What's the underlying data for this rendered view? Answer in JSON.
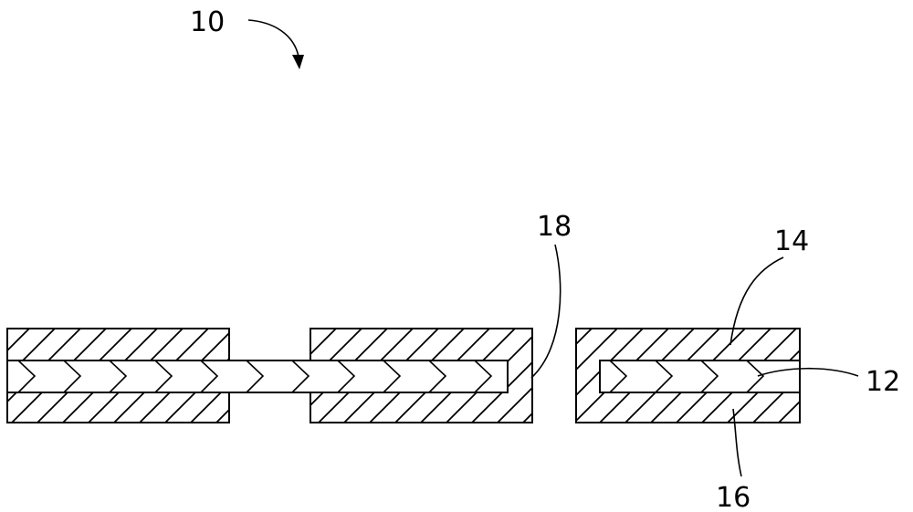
{
  "figure": {
    "assembly_label": "10",
    "labels": {
      "conductive_layer": "12",
      "top_cover_layer": "14",
      "bottom_cover_layer": "16",
      "exposed_end": "18"
    }
  },
  "colors": {
    "line": "#000000",
    "background": "#ffffff"
  }
}
